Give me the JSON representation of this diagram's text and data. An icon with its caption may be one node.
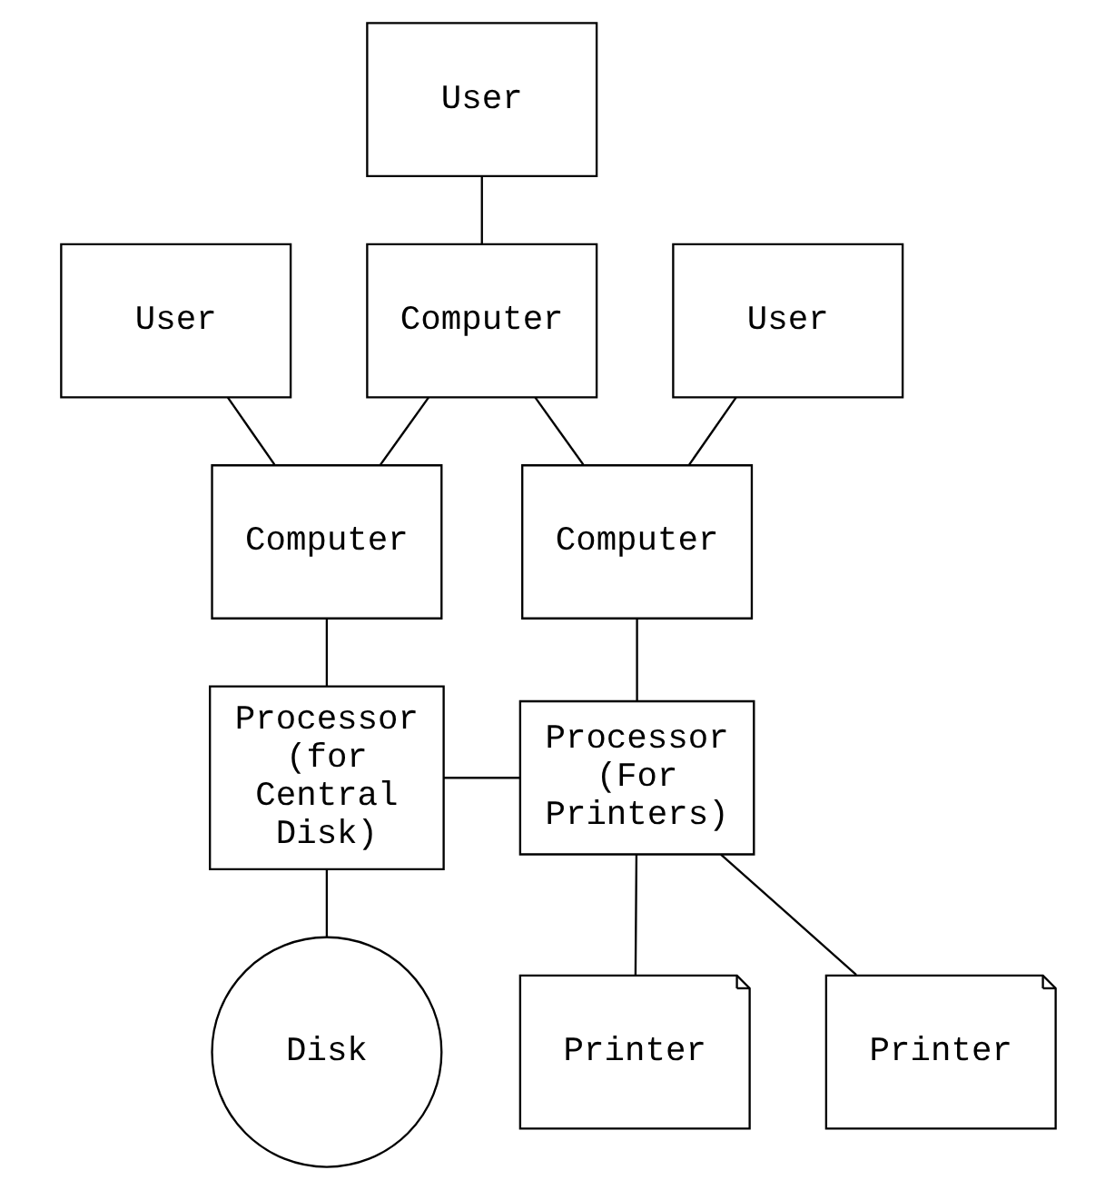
{
  "diagram": {
    "nodes": [
      {
        "text": [
          "User"
        ]
      },
      {
        "text": [
          "User"
        ]
      },
      {
        "text": [
          "User"
        ]
      },
      {
        "text": [
          "Computer"
        ]
      },
      {
        "text": [
          "Computer"
        ]
      },
      {
        "text": [
          "Computer"
        ]
      },
      {
        "text": [
          "Processor (for Central Disk)"
        ]
      },
      {
        "text": [
          "Processor (For Printers)"
        ]
      },
      {
        "text": [
          "Disk"
        ]
      },
      {
        "text": [
          "Printer"
        ]
      },
      {
        "text": [
          "Printer"
        ]
      }
    ],
    "edges": [
      {
        "from": 0,
        "to": 3,
        "arrow": "none"
      },
      {
        "from": 1,
        "to": 4,
        "arrow": "none"
      },
      {
        "from": 2,
        "to": 5,
        "arrow": "none"
      },
      {
        "from": 3,
        "to": 4,
        "arrow": "none"
      },
      {
        "from": 3,
        "to": 5,
        "arrow": "none"
      },
      {
        "from": 4,
        "to": 6,
        "arrow": "none"
      },
      {
        "from": 5,
        "to": 7,
        "arrow": "none"
      },
      {
        "from": 6,
        "to": 7,
        "arrow": "none"
      },
      {
        "from": 6,
        "to": 8,
        "arrow": "none"
      },
      {
        "from": 7,
        "to": 9,
        "arrow": "none"
      },
      {
        "from": 7,
        "to": 10,
        "arrow": "none"
      }
    ]
  }
}
